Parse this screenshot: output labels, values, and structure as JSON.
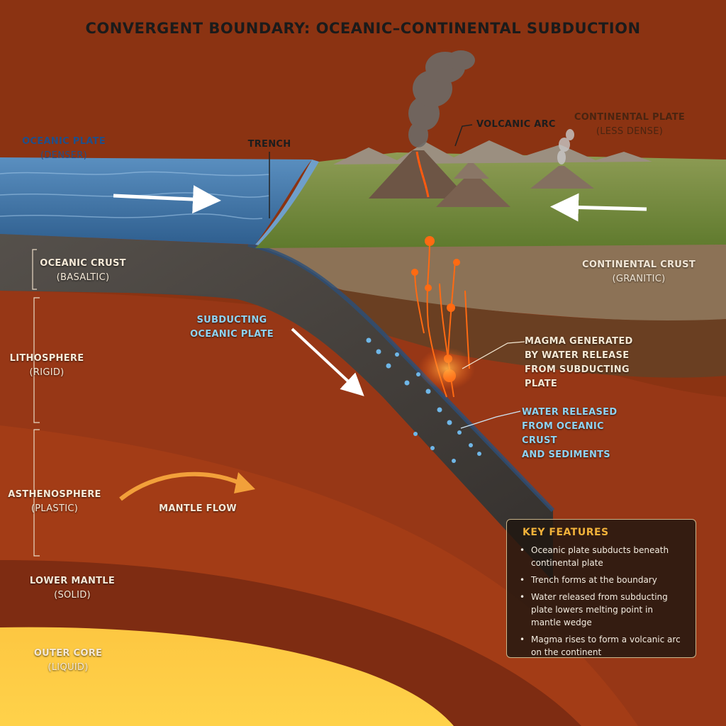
{
  "title": "CONVERGENT BOUNDARY: OCEANIC–CONTINENTAL SUBDUCTION",
  "labels": {
    "oceanic_plate": {
      "name": "OCEANIC PLATE",
      "note": "(DENSER)"
    },
    "trench": "TRENCH",
    "volcanic_arc": "VOLCANIC ARC",
    "continental_plate": {
      "name": "CONTINENTAL PLATE",
      "note": "(LESS DENSE)"
    },
    "oceanic_crust": {
      "name": "OCEANIC CRUST",
      "note": "(BASALTIC)"
    },
    "continental_crust": {
      "name": "CONTINENTAL CRUST",
      "note": "(GRANITIC)"
    },
    "lithosphere": {
      "name": "LITHOSPHERE",
      "note": "(RIGID)"
    },
    "subducting_plate": {
      "line1": "SUBDUCTING",
      "line2": "OCEANIC PLATE"
    },
    "magma": {
      "line1": "MAGMA GENERATED",
      "line2": "BY WATER RELEASE",
      "line3": "FROM SUBDUCTING PLATE"
    },
    "water": {
      "line1": "WATER RELEASED",
      "line2": "FROM OCEANIC CRUST",
      "line3": "AND SEDIMENTS"
    },
    "asthenosphere": {
      "name": "ASTHENOSPHERE",
      "note": "(PLASTIC)"
    },
    "mantle_flow": "MANTLE FLOW",
    "lower_mantle": {
      "name": "LOWER MANTLE",
      "note": "(SOLID)"
    },
    "outer_core": {
      "name": "OUTER CORE",
      "note": "(LIQUID)"
    }
  },
  "key_features": {
    "heading": "KEY FEATURES",
    "items": [
      "Oceanic plate subducts beneath continental plate",
      "Trench forms at the boundary",
      "Water released from subducting plate lowers melting point in mantle wedge",
      "Magma rises to form a volcanic arc on the continent"
    ]
  },
  "colors": {
    "sky_top": "#b9d8ec",
    "ocean": "#3f74a6",
    "land": "#7a8a3c",
    "continental_crust": "#8c7256",
    "oceanic_crust": "#4a4643",
    "lithosphere_mantle": "#8a3a14",
    "asthenosphere": "#a8401a",
    "outer_core": "#f29a1f",
    "magma": "#ff6a12",
    "water_drop": "#6fb7e8",
    "key_heading": "#f2b23a"
  }
}
